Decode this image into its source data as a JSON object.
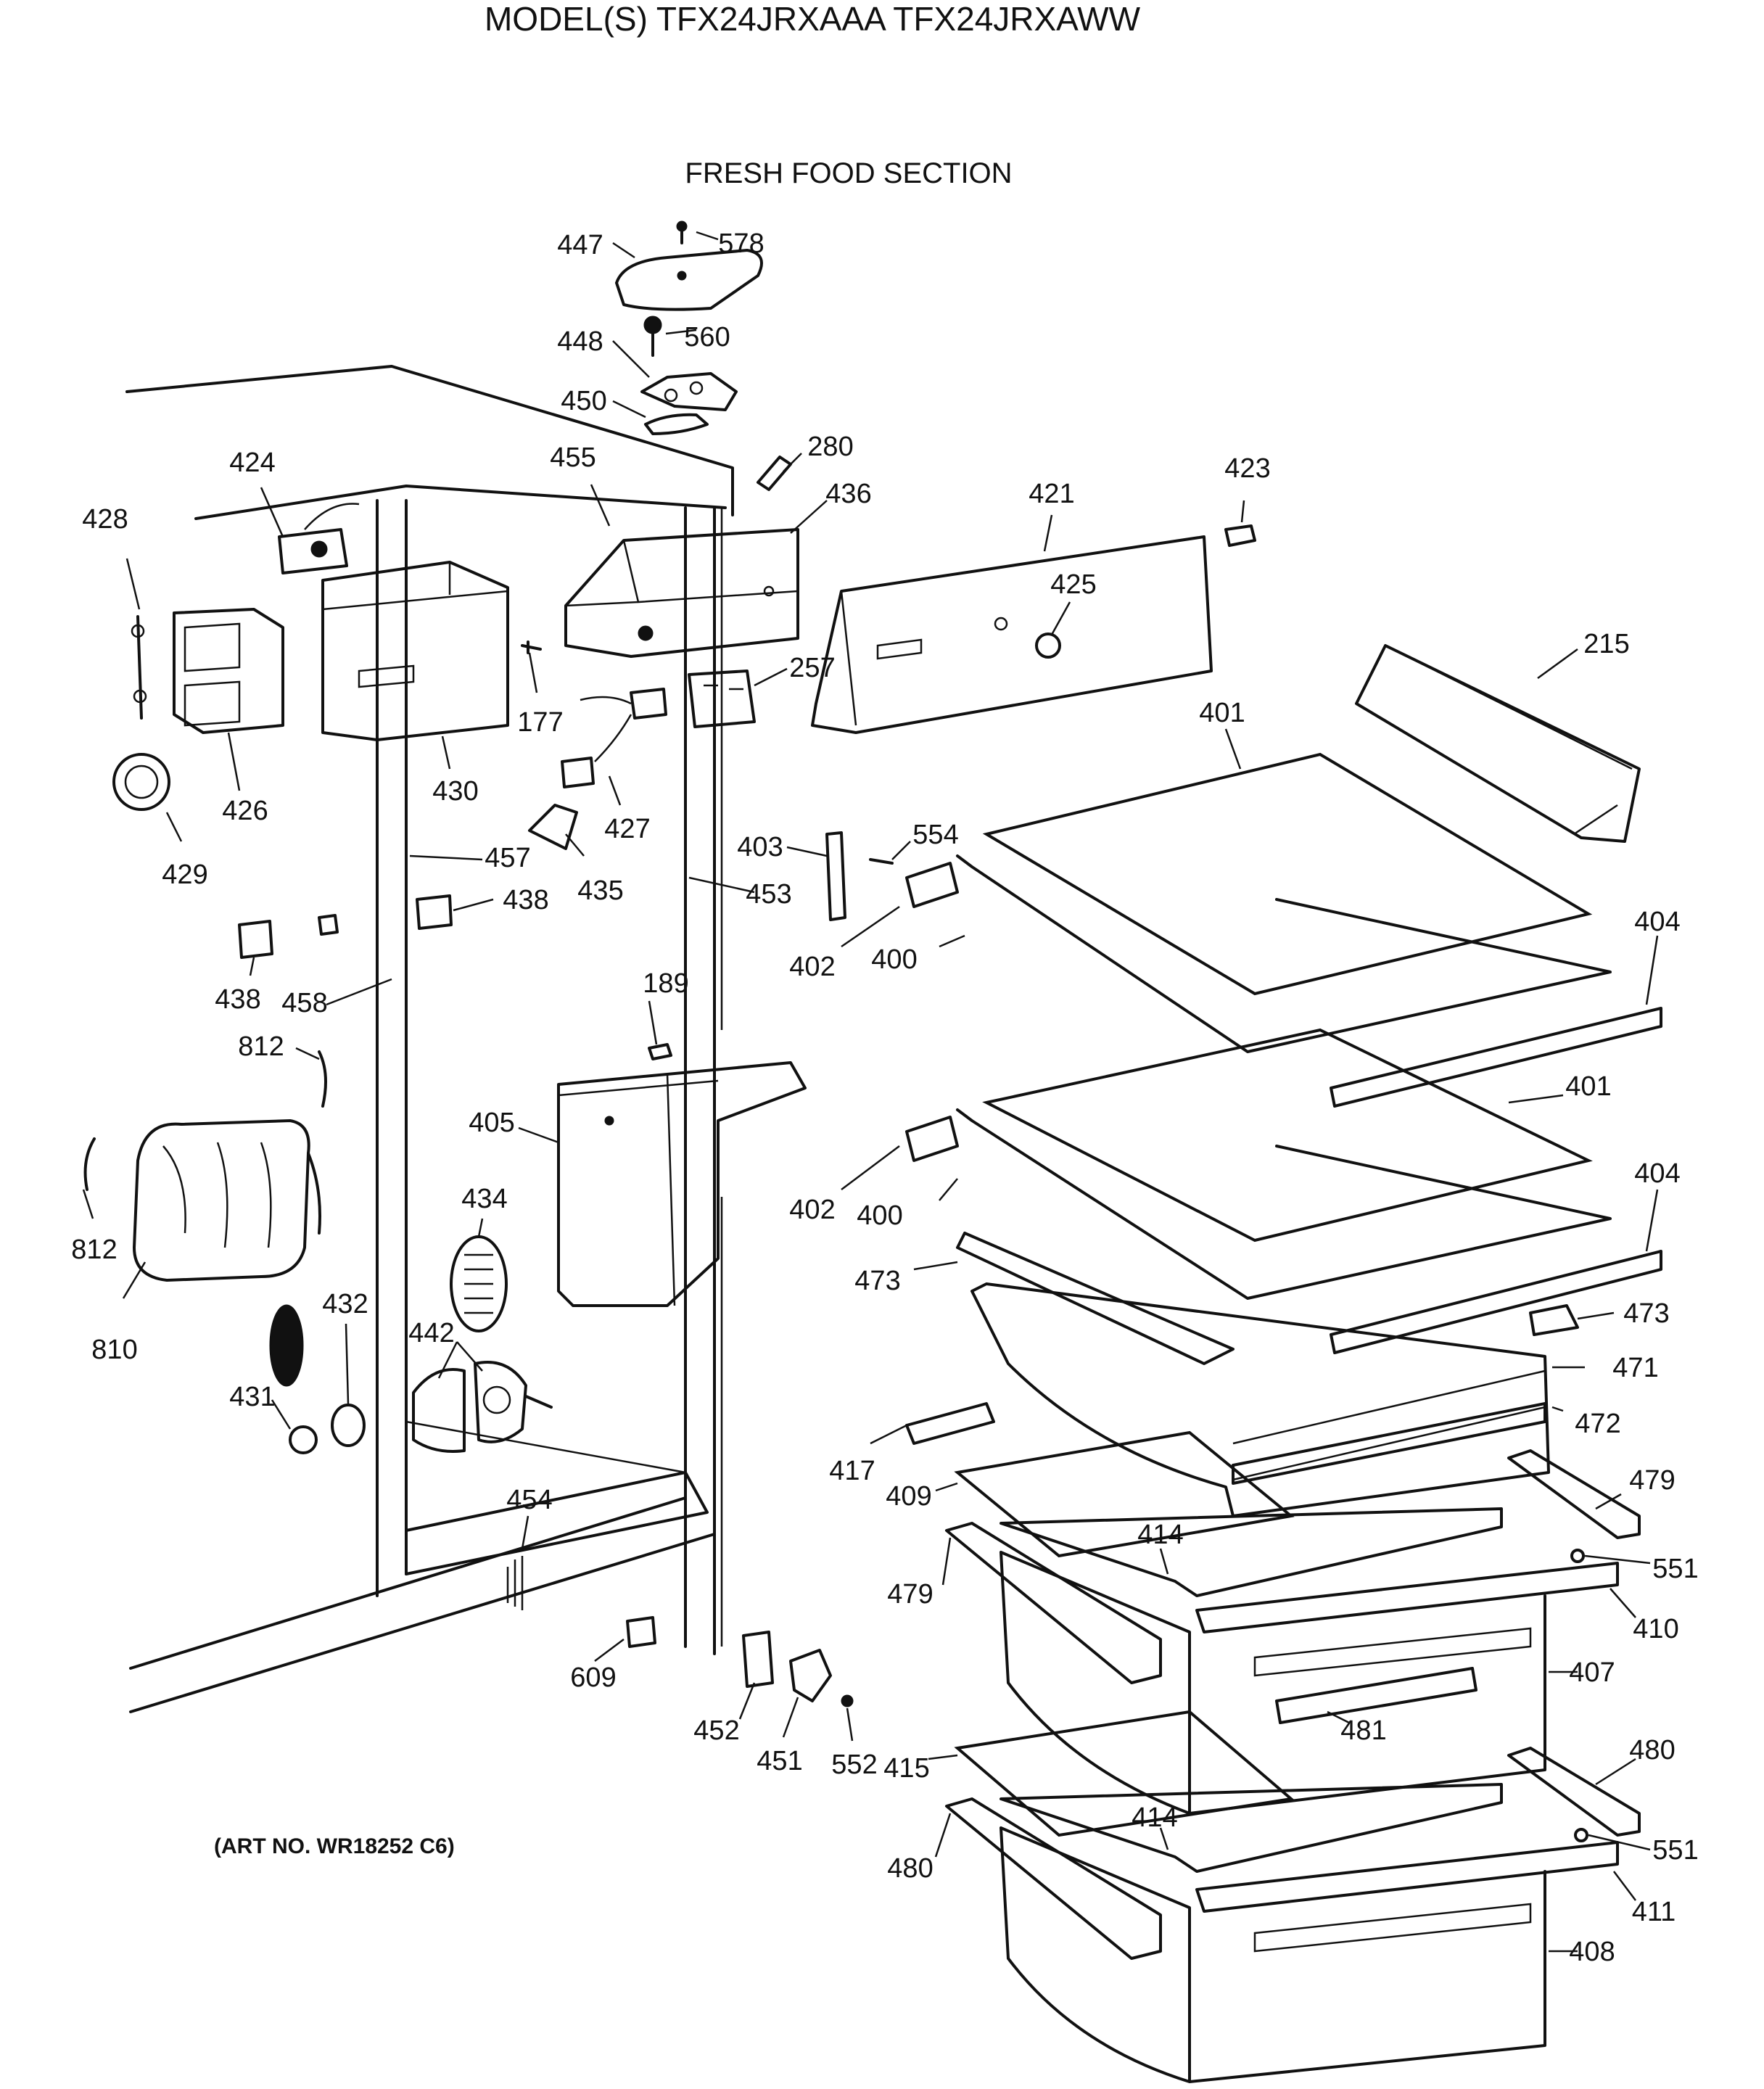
{
  "header": {
    "model_line": "MODEL(S) TFX24JRXAAA  TFX24JRXAWW",
    "section_title": "FRESH FOOD SECTION"
  },
  "art_number": "(ART NO. WR18252 C6)",
  "callouts": {
    "c447": "447",
    "c578": "578",
    "c448": "448",
    "c560": "560",
    "c450": "450",
    "c280": "280",
    "c455": "455",
    "c436": "436",
    "c424": "424",
    "c428": "428",
    "c421": "421",
    "c423": "423",
    "c425": "425",
    "c215": "215",
    "c257": "257",
    "c177": "177",
    "c430": "430",
    "c426": "426",
    "c427": "427",
    "c401a": "401",
    "c429": "429",
    "c457": "457",
    "c435": "435",
    "c438a": "438",
    "c453": "453",
    "c403": "403",
    "c554": "554",
    "c438b": "438",
    "c458": "458",
    "c402a": "402",
    "c400a": "400",
    "c404a": "404",
    "c189": "189",
    "c812a": "812",
    "c405": "405",
    "c401b": "401",
    "c812b": "812",
    "c434": "434",
    "c402b": "402",
    "c400b": "400",
    "c404b": "404",
    "c810": "810",
    "c432": "432",
    "c473a": "473",
    "c473b": "473",
    "c442": "442",
    "c471": "471",
    "c431": "431",
    "c472": "472",
    "c417": "417",
    "c409": "409",
    "c479a": "479",
    "c454": "454",
    "c414a": "414",
    "c551a": "551",
    "c479b": "479",
    "c410": "410",
    "c407": "407",
    "c609": "609",
    "c481": "481",
    "c452": "452",
    "c451": "451",
    "c552": "552",
    "c415": "415",
    "c480a": "480",
    "c414b": "414",
    "c551b": "551",
    "c480b": "480",
    "c411": "411",
    "c408": "408"
  }
}
